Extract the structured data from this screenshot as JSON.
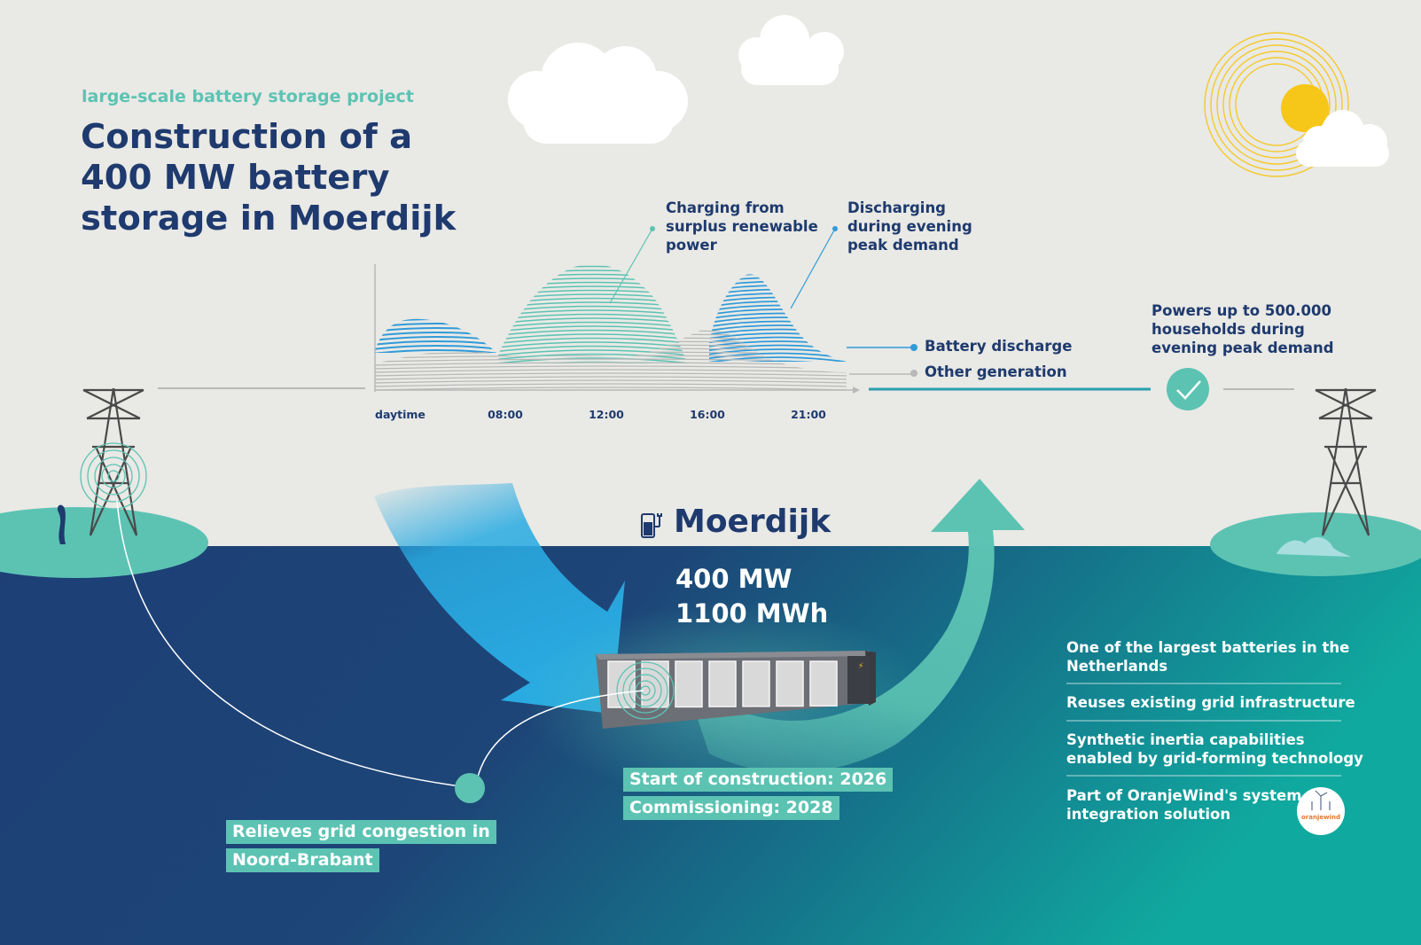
{
  "header": {
    "subtitle": "large-scale battery storage project",
    "title_lines": [
      "Construction of a",
      "400 MW battery",
      "storage in Moerdijk"
    ]
  },
  "annotations": {
    "charging": [
      "Charging from",
      "surplus renewable",
      "power"
    ],
    "discharging": [
      "Discharging",
      "during evening",
      "peak demand"
    ],
    "households": [
      "Powers up to 500.000",
      "households during",
      "evening peak demand"
    ]
  },
  "chart_data": {
    "type": "area",
    "x": [
      "daytime",
      "08:00",
      "12:00",
      "16:00",
      "21:00"
    ],
    "series": [
      {
        "name": "Battery discharge"
      },
      {
        "name": "Other generation"
      }
    ],
    "colors": {
      "charging": "#5cc3b3",
      "discharge": "#2f9bd9",
      "other": "#b8b8b8"
    }
  },
  "site": {
    "name": "Moerdijk",
    "capacity_lines": [
      "400 MW",
      "1100 MWh"
    ],
    "milestones": [
      "Start of construction: 2026",
      "Commissioning: 2028"
    ]
  },
  "congestion": [
    "Relieves grid congestion in",
    "Noord-Brabant"
  ],
  "features": [
    [
      "One of the largest batteries in the",
      "Netherlands"
    ],
    [
      "Reuses existing grid infrastructure"
    ],
    [
      "Synthetic inertia capabilities",
      "enabled by grid-forming technology"
    ],
    [
      "Part of OranjeWind's system",
      "integration solution"
    ]
  ],
  "icons": [
    "battery-charger-icon",
    "checkmark-icon",
    "oranjewind-logo",
    "pylon-icon",
    "sun-icon",
    "cloud-icon",
    "tree-icon"
  ],
  "colors": {
    "navy": "#1e3a6e",
    "teal": "#5cc3b3",
    "blue": "#29abe2",
    "sky": "#e9e9e5",
    "sun": "#f6c618"
  }
}
